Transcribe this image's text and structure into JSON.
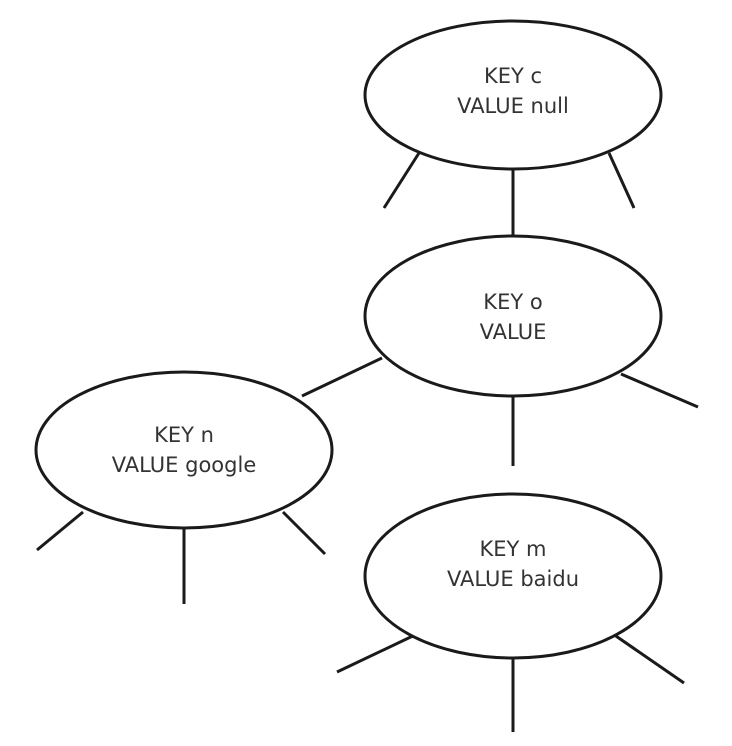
{
  "nodes": {
    "c": {
      "key_line": "KEY c",
      "value_line": "VALUE null"
    },
    "o": {
      "key_line": "KEY o",
      "value_line": "VALUE"
    },
    "n": {
      "key_line": "KEY n",
      "value_line": "VALUE google"
    },
    "m": {
      "key_line": "KEY m",
      "value_line": "VALUE baidu"
    }
  },
  "edges": [
    {
      "from": "c",
      "to": "o"
    },
    {
      "from": "o",
      "to": "n"
    },
    {
      "from": "o",
      "to": "m"
    }
  ],
  "colors": {
    "stroke": "#1a1a1a",
    "text": "#333333",
    "background": "#ffffff"
  }
}
